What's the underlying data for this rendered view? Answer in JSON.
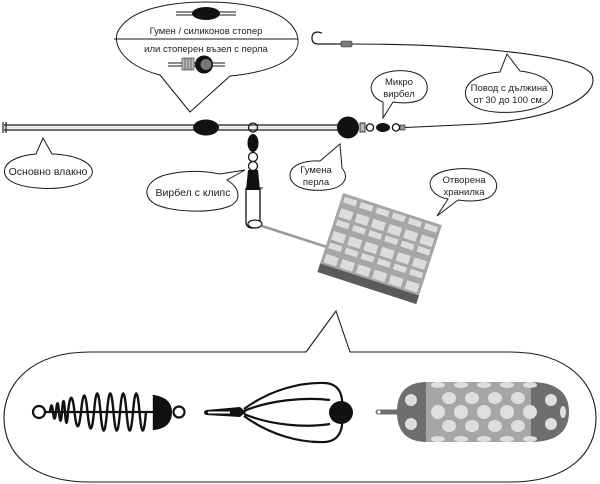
{
  "diagram": {
    "title": "Фидер монтаж",
    "colors": {
      "line": "#1a1a1a",
      "dark": "#111111",
      "gray_light": "#d9d9d9",
      "gray_mid": "#a6a6a6",
      "gray_dark": "#6e6e6e",
      "feeder_base": "#5a5a5a",
      "leader": "#888888"
    },
    "labels": {
      "stopper_line1": "Гумен / силиконов стопер",
      "stopper_line2": "или стоперен възел с перла",
      "main_line": "Основно влакно",
      "swivel_clip": "Вирбел с клипс",
      "rubber_bead_1": "Гумена",
      "rubber_bead_2": "перла",
      "micro_swivel_1": "Микро",
      "micro_swivel_2": "вирбел",
      "leader_1": "Повод с дължина",
      "leader_2": "от 30 до 100 см.",
      "open_feeder_1": "Отворена",
      "open_feeder_2": "хранилка"
    },
    "components": [
      {
        "name": "main-line",
        "icon": "line"
      },
      {
        "name": "rubber-stopper",
        "icon": "oval-bead"
      },
      {
        "name": "stopper-knot-with-bead",
        "icon": "knot-bead"
      },
      {
        "name": "swivel-with-clip",
        "icon": "swivel-clip"
      },
      {
        "name": "rubber-bead",
        "icon": "round-bead"
      },
      {
        "name": "micro-swivel",
        "icon": "swivel"
      },
      {
        "name": "leader",
        "icon": "line"
      },
      {
        "name": "hook",
        "icon": "hook"
      },
      {
        "name": "open-cage-feeder",
        "icon": "cage-feeder"
      }
    ],
    "feeder_variants": [
      {
        "name": "spring-feeder",
        "icon": "spring-feeder-icon"
      },
      {
        "name": "method-whisk-feeder",
        "icon": "whisk-feeder-icon"
      },
      {
        "name": "closed-perforated-feeder",
        "icon": "perforated-feeder-icon"
      }
    ]
  }
}
